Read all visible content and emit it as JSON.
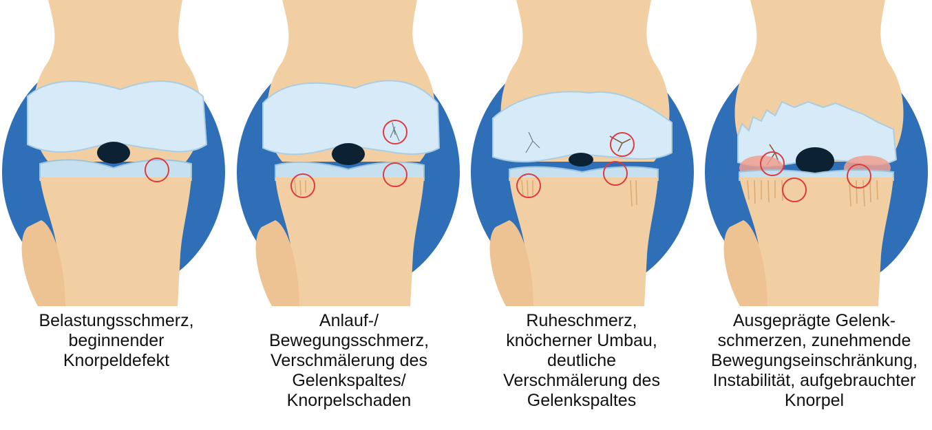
{
  "stages": [
    {
      "caption_lines": [
        "Belastungsschmerz,",
        "beginnender",
        "Knorpeldefekt"
      ]
    },
    {
      "caption_lines": [
        "Anlauf-/",
        "Bewegungsschmerz,",
        "Verschmälerung des",
        "Gelenkspaltes/",
        "Knorpelschaden"
      ]
    },
    {
      "caption_lines": [
        "Ruheschmerz,",
        "knöcherner Umbau,",
        "deutliche",
        "Verschmälerung des",
        "Gelenkspaltes"
      ]
    },
    {
      "caption_lines": [
        "Ausgeprägte Gelenk-",
        "schmerzen, zunehmende",
        "Bewegungseinschränkung,",
        "Instabilität, aufgebrauchter",
        "Knorpel"
      ]
    }
  ],
  "colors": {
    "bone": "#f2cfa2",
    "bone_shadow": "#d9a873",
    "capsule_blue": "#2f6fb8",
    "cartilage": "#d6ebf7",
    "marker_red": "#e0383e",
    "inflamed": "#f0a090"
  }
}
